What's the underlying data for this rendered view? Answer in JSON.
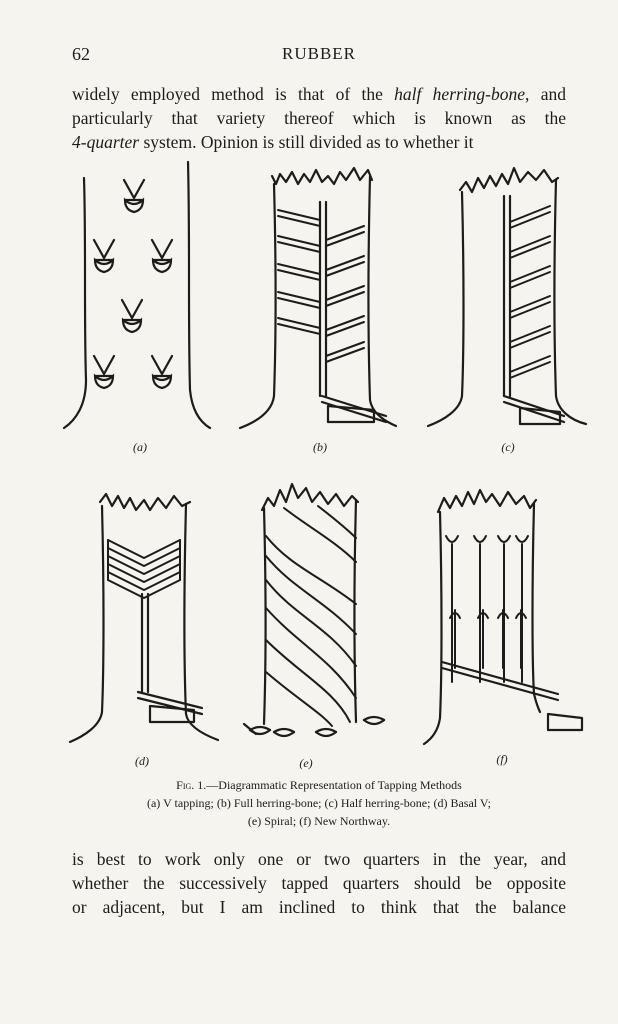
{
  "header": {
    "page_number": "62",
    "running_head": "RUBBER"
  },
  "top_paragraph": {
    "l1_a": "widely employed method is that of the ",
    "l1_em": "half herring-bone",
    "l1_b": ", and",
    "l2": "particularly that variety thereof which is known as the",
    "l3_em": "4-quarter",
    "l3_b": " system.  Opinion is still divided as to whether it"
  },
  "figure": {
    "panel_labels": [
      "(a)",
      "(b)",
      "(c)",
      "(d)",
      "(e)",
      "(f)"
    ],
    "caption": {
      "fig_label": "Fig. 1.",
      "title": "—Diagrammatic Representation of Tapping Methods",
      "line2": "(a) V tapping; (b) Full herring-bone; (c) Half herring-bone; (d) Basal V;",
      "line3": "(e) Spiral; (f) New Northway."
    }
  },
  "bottom_paragraph": {
    "l1": "is best to work only one or two quarters in the year, and",
    "l2": "whether the successively tapped quarters should be opposite",
    "l3": "or adjacent, but I am inclined to think that the balance"
  }
}
